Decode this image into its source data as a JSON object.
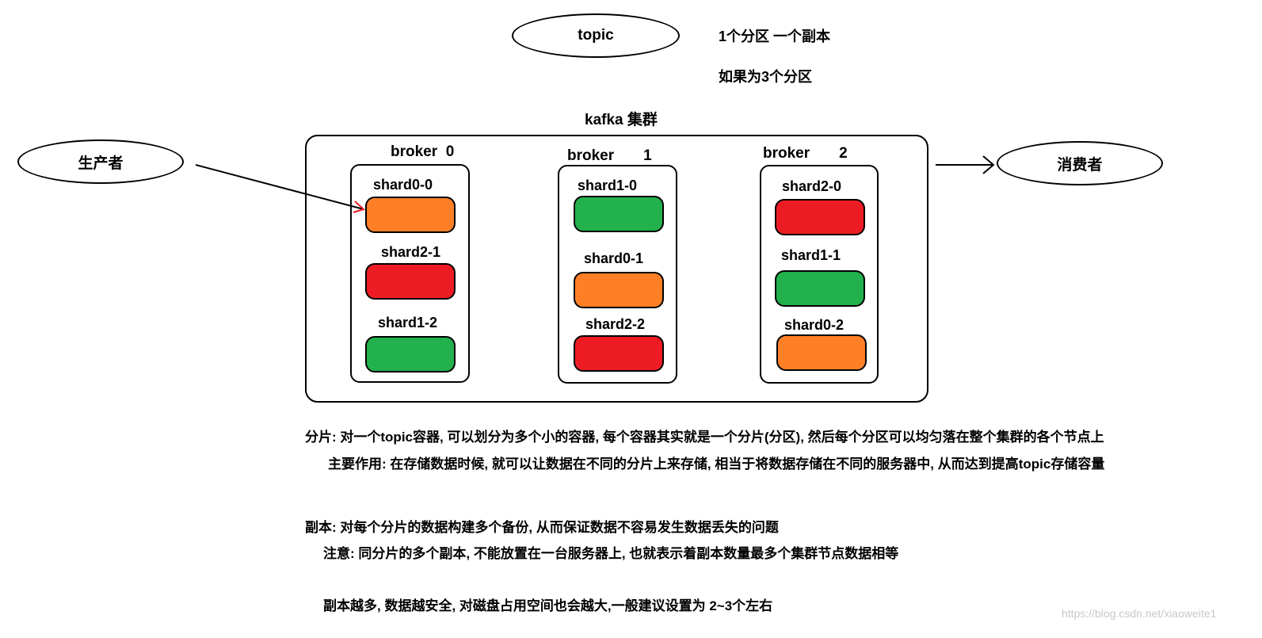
{
  "topic_label": "topic",
  "partition_note": "1个分区 一个副本",
  "partition_note2": "如果为3个分区",
  "cluster_title": "kafka 集群",
  "producer_label": "生产者",
  "consumer_label": "消费者",
  "colors": {
    "orange": "#FF7F27",
    "red": "#ED1C24",
    "green": "#22B14C"
  },
  "brokers": [
    {
      "label": "broker  0",
      "shards": [
        {
          "label": "shard0-0",
          "color": "#FF7F27"
        },
        {
          "label": "shard2-1",
          "color": "#ED1C24"
        },
        {
          "label": "shard1-2",
          "color": "#22B14C"
        }
      ]
    },
    {
      "label": "broker       1",
      "shards": [
        {
          "label": "shard1-0",
          "color": "#22B14C"
        },
        {
          "label": "shard0-1",
          "color": "#FF7F27"
        },
        {
          "label": "shard2-2",
          "color": "#ED1C24"
        }
      ]
    },
    {
      "label": "broker       2",
      "shards": [
        {
          "label": "shard2-0",
          "color": "#ED1C24"
        },
        {
          "label": "shard1-1",
          "color": "#22B14C"
        },
        {
          "label": "shard0-2",
          "color": "#FF7F27"
        }
      ]
    }
  ],
  "notes": {
    "shard_def": "分片: 对一个topic容器, 可以划分为多个小的容器, 每个容器其实就是一个分片(分区), 然后每个分区可以均匀落在整个集群的各个节点上",
    "shard_use": "主要作用: 在存储数据时候, 就可以让数据在不同的分片上来存储, 相当于将数据存储在不同的服务器中, 从而达到提高topic存储容量",
    "replica_def": "副本: 对每个分片的数据构建多个备份, 从而保证数据不容易发生数据丢失的问题",
    "replica_note": "注意: 同分片的多个副本, 不能放置在一台服务器上, 也就表示着副本数量最多个集群节点数据相等",
    "replica_more": "副本越多, 数据越安全, 对磁盘占用空间也会越大,一般建议设置为 2~3个左右"
  },
  "watermark": "https://blog.csdn.net/xiaoweite1"
}
